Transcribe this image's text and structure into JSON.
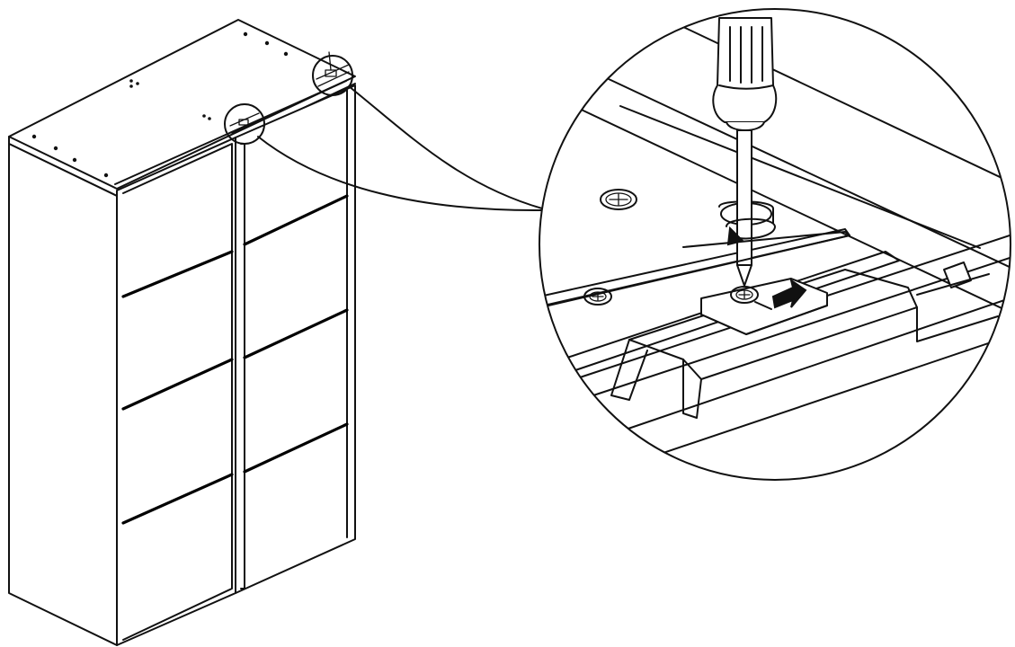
{
  "diagram": {
    "elements": [
      "wardrobe",
      "sliding-door-left",
      "sliding-door-right",
      "top-track",
      "callout-circle-small-left",
      "callout-circle-small-right",
      "magnified-detail-circle",
      "screwdriver-icon",
      "rotation-arrow-icon",
      "stopper-plate",
      "push-arrow-icon"
    ]
  }
}
